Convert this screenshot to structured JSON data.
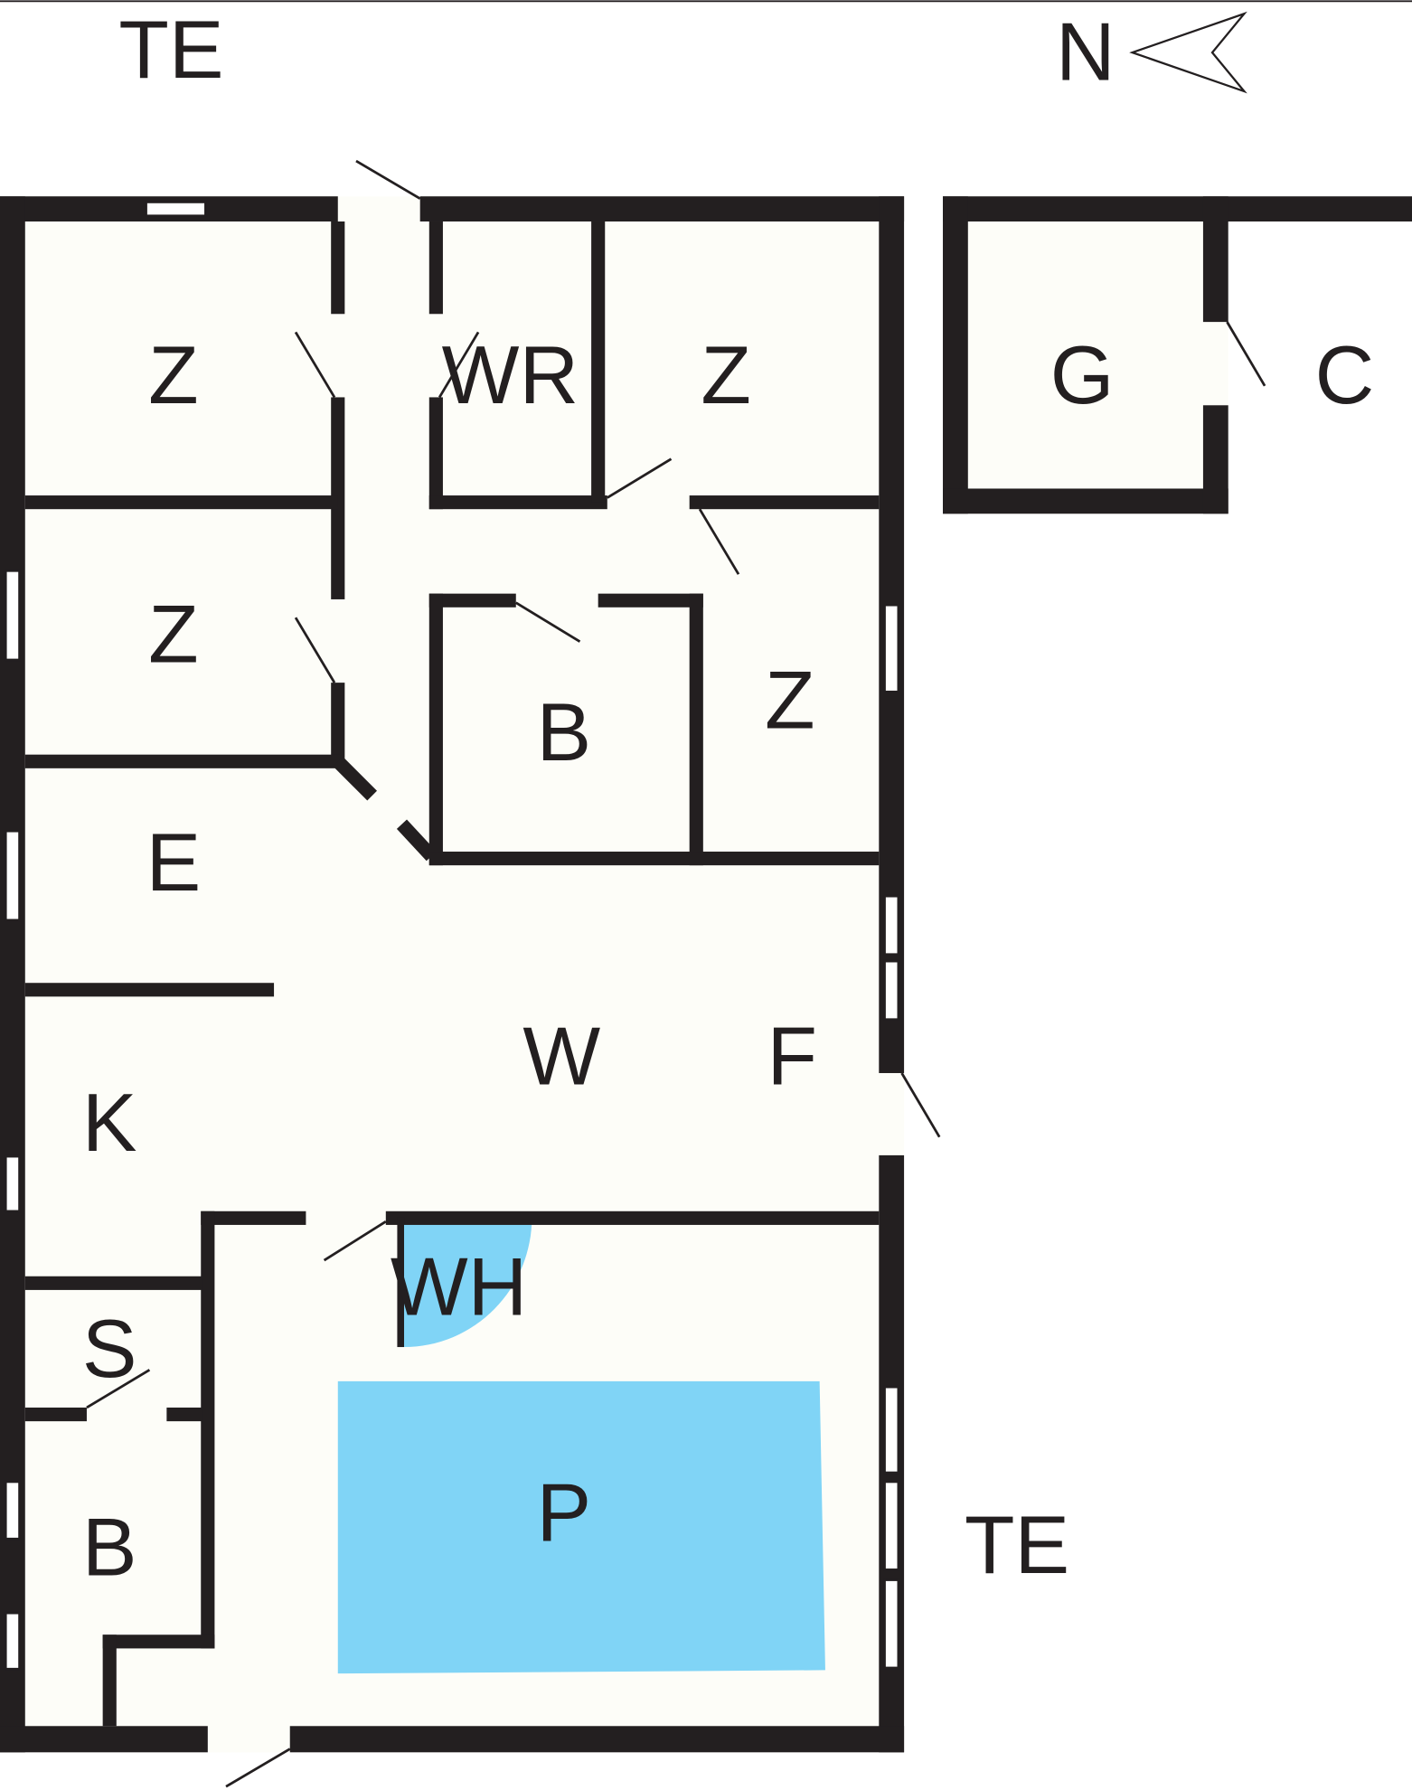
{
  "colors": {
    "wall": "#231f20",
    "floor": "#fdfdf8",
    "water": "#80d4f6"
  },
  "compass": {
    "label": "N"
  },
  "rooms": {
    "z1": "Z",
    "wr": "WR",
    "z2": "Z",
    "g": "G",
    "c": "C",
    "z3": "Z",
    "b1": "B",
    "z4": "Z",
    "e": "E",
    "w": "W",
    "f": "F",
    "k": "K",
    "wh": "WH",
    "s": "S",
    "p": "P",
    "b2": "B"
  },
  "outside": {
    "te_top": "TE",
    "te_right": "TE"
  }
}
